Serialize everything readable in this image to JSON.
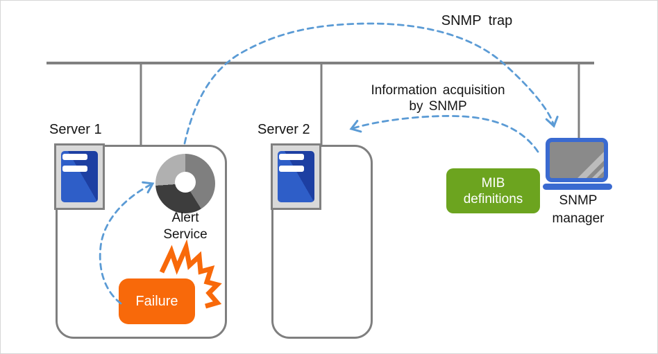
{
  "diagram": {
    "labels": {
      "snmp_trap": "SNMP trap",
      "info_acquisition": "Information acquisition by SNMP",
      "server1": "Server 1",
      "server2": "Server 2",
      "alert_service": "Alert Service",
      "failure": "Failure",
      "mib_definitions": "MIB definitions",
      "snmp_manager": "SNMP manager"
    },
    "icons": {
      "server": "server-tower-icon (gray frame, blue slab, two white bars)",
      "alert_service": "donut-sync-icon (3-segment gray ring)",
      "failure": "starburst-explosion-icon (orange zigzag)",
      "snmp_manager": "laptop-icon (blue frame, gray screen)"
    },
    "colors": {
      "arrow_blue": "#5B9BD5",
      "failure_orange": "#F8690A",
      "mib_green": "#6CA41F",
      "laptop_blue": "#3A6AD0",
      "server_blue_light": "#2E5EC8",
      "server_blue_dark": "#1D3FA2",
      "connector_gray": "#808080",
      "box_border_gray": "#7F7F7F",
      "donut_light": "#B0B0B0",
      "donut_mid": "#7F7F7F",
      "donut_dark": "#3D3D3D",
      "text_black": "#141414"
    }
  }
}
